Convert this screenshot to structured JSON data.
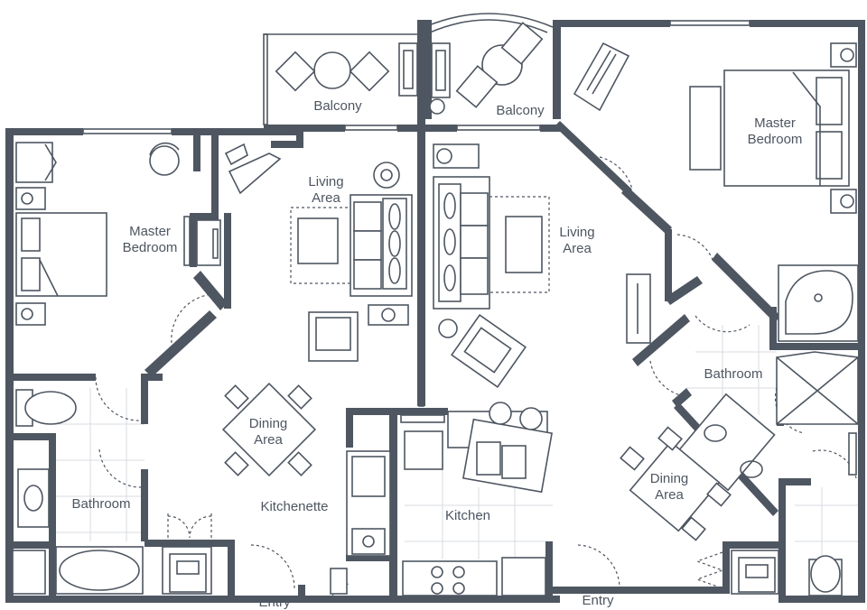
{
  "labels": {
    "balcony_left": "Balcony",
    "balcony_right": "Balcony",
    "master_left_1": "Master",
    "master_left_2": "Bedroom",
    "master_right_1": "Master",
    "master_right_2": "Bedroom",
    "living_left_1": "Living",
    "living_left_2": "Area",
    "living_right_1": "Living",
    "living_right_2": "Area",
    "dining_left_1": "Dining",
    "dining_left_2": "Area",
    "dining_right_1": "Dining",
    "dining_right_2": "Area",
    "bathroom_left": "Bathroom",
    "bathroom_right": "Bathroom",
    "kitchenette": "Kitchenette",
    "kitchen": "Kitchen",
    "entry_left": "Entry",
    "entry_right": "Entry"
  },
  "colors": {
    "wall": "#4e5661",
    "tile": "#d7dbe0"
  }
}
